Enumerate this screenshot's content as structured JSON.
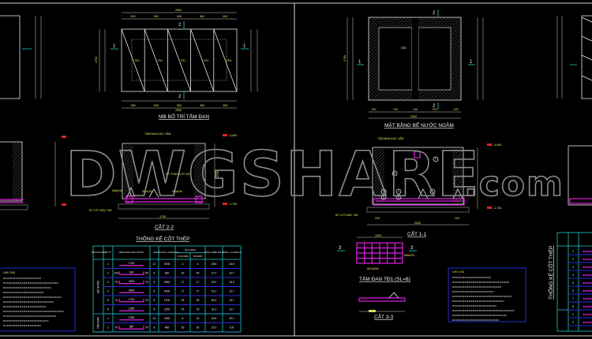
{
  "watermark": {
    "main": "DWGSHARE",
    "suffix": ".com"
  },
  "colors": {
    "background": "#000000",
    "rebar": "#e020e0",
    "table_grid": "#20c8c8",
    "notes_frame": "#2a2ad8",
    "level_marker": "#e02020",
    "section_marker": "#20c8c8"
  },
  "left_sheet": {
    "slab_layout": {
      "title": "MB BỐ TRÍ TẤM ĐAN",
      "overall_dim": "2500",
      "panel_dims": [
        "500",
        "500",
        "500",
        "500",
        "500"
      ],
      "panel_labels": [
        "TĐ1",
        "TĐ1",
        "TĐ1",
        "TĐ1",
        "TĐ1"
      ],
      "side_dim": "1700",
      "section_marks": [
        "1",
        "1",
        "2",
        "2"
      ]
    },
    "section_22": {
      "title": "CẮT 2-2",
      "slab_label": "TẤM ĐAN ĐÚC SẴN",
      "bars": [
        "Ø8a150",
        "Ø8a150",
        "Ø8a150"
      ],
      "bar_numbers": [
        "1",
        "2",
        "3",
        "4",
        "5",
        "6"
      ],
      "note": "BÊ TÔNG LÓT ĐÁY",
      "lean_concrete": "BT LÓT MÁC 75#",
      "levels": [
        "-0.000",
        "-1.700"
      ],
      "dims": [
        "220",
        "1700",
        "220",
        "100"
      ],
      "height_dim": "1700"
    },
    "notes": {
      "title": "GHI CHÚ"
    },
    "rebar_table": {
      "title": "THỐNG KÊ CỐT THÉP",
      "headers": [
        "TÊN CẤU KIỆN",
        "SỐ TT",
        "HÌNH DẠNG-KÍCH THƯỚC",
        "Ø",
        "CHIỀU DÀI 1 THANH mm",
        "SỐ LƯỢNG",
        "TỔNG CHIỀU DÀI m",
        "TỔNG T. LƯỢNG kG"
      ],
      "sub_headers": [
        "1 CẤU KIỆN",
        "TOÀN BỘ"
      ],
      "groups": [
        {
          "name": "BỂ NƯỚC",
          "rows": [
            {
              "no": "1",
              "shape": "1700",
              "dia": "12",
              "len": "6700",
              "qty1": "4",
              "qty": "4",
              "total_len": "26.8",
              "weight": "23.8"
            },
            {
              "no": "2",
              "shape": "140 180 50",
              "dia": "8",
              "len": "630",
              "qty1": "40",
              "qty": "40",
              "total_len": "27.2",
              "weight": "10.7"
            },
            {
              "no": "3",
              "shape": "70 2400 70",
              "dia": "8",
              "len": "2540",
              "qty1": "17",
              "qty": "17",
              "total_len": "43.2",
              "weight": "15.0"
            },
            {
              "no": "4",
              "shape": "2400",
              "dia": "8",
              "len": "2400",
              "qty1": "17",
              "qty": "17",
              "total_len": "51.2",
              "weight": "12.7"
            },
            {
              "no": "5",
              "shape": "70 1700 70",
              "dia": "8",
              "len": "1700",
              "qty1": "25",
              "qty": "25",
              "total_len": "54.0",
              "weight": "13.7"
            },
            {
              "no": "6",
              "shape": "1250",
              "dia": "8",
              "len": "1250",
              "qty1": "25",
              "qty": "25",
              "total_len": "31.3",
              "weight": "12.7"
            }
          ]
        },
        {
          "name": "TẤM ĐAN",
          "rows": [
            {
              "no": "1",
              "shape": "1250",
              "dia": "10",
              "len": "1250",
              "qty1": "8",
              "qty": "16",
              "total_len": "33.5",
              "weight": "20.1"
            },
            {
              "no": "2",
              "shape": "70 380 70",
              "dia": "8",
              "len": "480",
              "qty1": "30",
              "qty": "30",
              "total_len": "22.0",
              "weight": "8.8"
            }
          ]
        }
      ]
    }
  },
  "right_sheet": {
    "plan": {
      "title": "MẶT BẰNG BỂ NƯỚC NGẦM",
      "beam_label": "DB1",
      "overall_dim": "2000",
      "dims": [
        "220",
        "700",
        "120",
        "700",
        "220"
      ],
      "side_dim": "1700",
      "section_marks": [
        "1",
        "1",
        "2",
        "2"
      ]
    },
    "section_11": {
      "title": "CẮT 1-1",
      "slab_label": "TẤM ĐAN ĐÚC SẴN",
      "levels": [
        "-0.000",
        "-1.700"
      ],
      "lean_concrete": "BT LÓT MÁC 75#",
      "bottom_dim": "2000",
      "dims": [
        "220",
        "220"
      ],
      "bar_numbers": [
        "1",
        "2",
        "3",
        "4",
        "5",
        "6",
        "7"
      ]
    },
    "slab_td1": {
      "title": "TẤM ĐAN TĐ1 (SL=8)",
      "bars": [
        "Ø10a200",
        "Ø8a150"
      ],
      "bar_numbers": [
        "1",
        "2"
      ],
      "section_marks": [
        "3",
        "3"
      ],
      "width_dim": "1000"
    },
    "section_33": {
      "title": "CẮT 3-3",
      "bar_numbers": [
        "1",
        "2"
      ]
    },
    "notes": {
      "title": "GHI CHÚ"
    },
    "rebar_table": {
      "title": "THỐNG KÊ CỐT THÉP"
    }
  }
}
